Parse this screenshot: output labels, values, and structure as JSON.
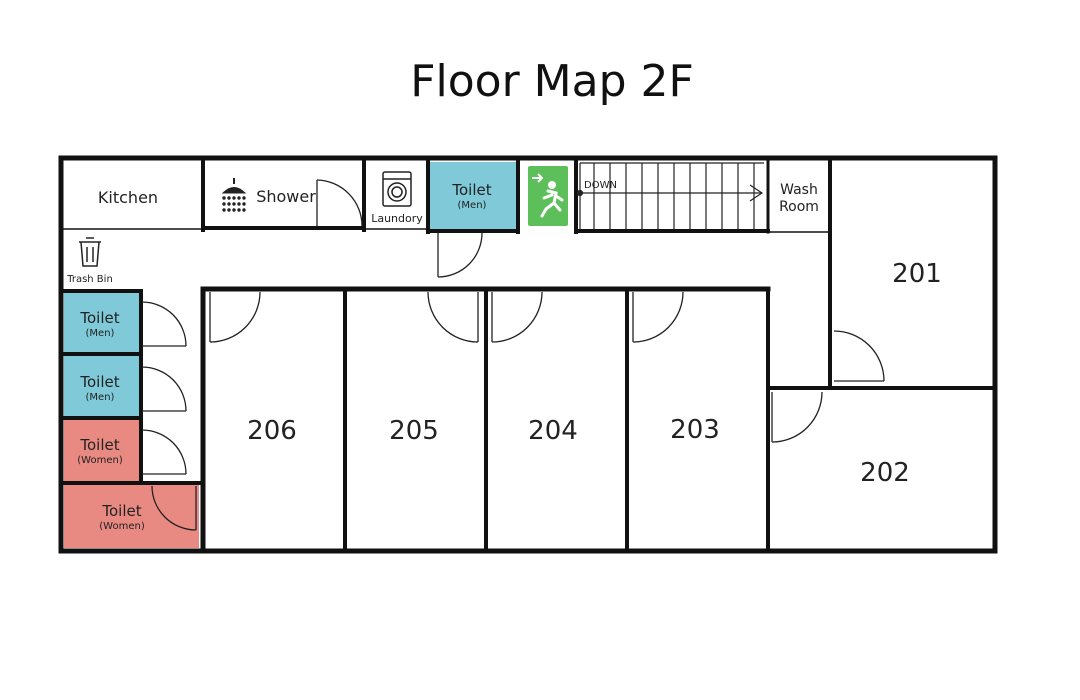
{
  "title": "Floor Map 2F",
  "colors": {
    "toilet_men": "#7fc9d9",
    "toilet_women": "#e98a82",
    "exit_sign": "#5cbf5a",
    "wall": "#111111"
  },
  "labels": {
    "kitchen": "Kitchen",
    "shower": "Shower",
    "laundry": "Laundory",
    "toilet_top": "Toilet",
    "toilet_top_sub": "(Men)",
    "stairs_down": "DOWN",
    "wash_1": "Wash",
    "wash_2": "Room",
    "trash": "Trash Bin"
  },
  "left_toilets": [
    {
      "label": "Toilet",
      "sub": "(Men)"
    },
    {
      "label": "Toilet",
      "sub": "(Men)"
    },
    {
      "label": "Toilet",
      "sub": "(Women)"
    },
    {
      "label": "Toilet",
      "sub": "(Women)"
    }
  ],
  "rooms": [
    "206",
    "205",
    "204",
    "203",
    "201",
    "202"
  ],
  "icons": [
    "shower-icon",
    "washing-machine-icon",
    "emergency-exit-icon",
    "trash-bin-icon"
  ]
}
